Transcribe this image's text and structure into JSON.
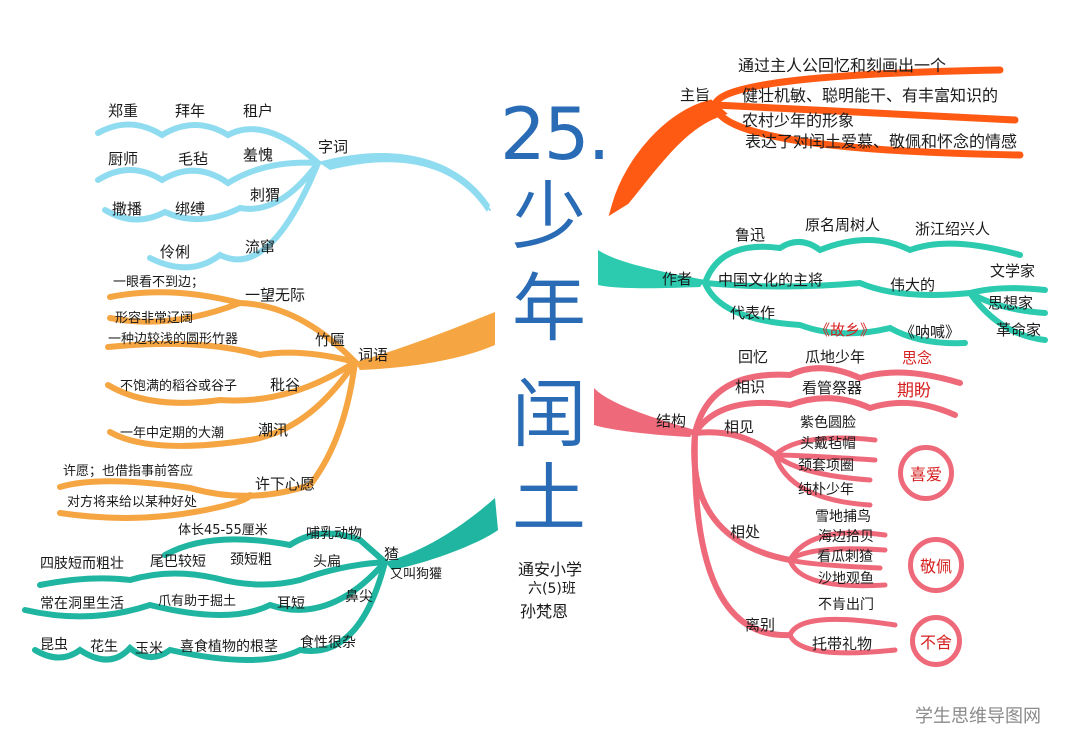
{
  "title": {
    "number": "25.",
    "chars": [
      "少",
      "年",
      "闰",
      "土"
    ]
  },
  "signature": {
    "school": "通安小学",
    "class": "六(5)班",
    "name": "孙梵恩"
  },
  "watermark": "学生思维导图网",
  "colors": {
    "title": "#2a6bb5",
    "zici": "#8fdcf0",
    "ciyu": "#f5a542",
    "cha": "#1fb5a0",
    "zhuzhi": "#ff5a14",
    "zuozhe": "#2ccbb0",
    "jiegou": "#ee6a7a",
    "highlight": "#d62020"
  },
  "branches": {
    "zici": {
      "label": "字词",
      "rows": [
        [
          "郑重",
          "拜年",
          "租户"
        ],
        [
          "厨师",
          "毛毡",
          "羞愧"
        ],
        [
          "撒播",
          "绑缚",
          "刺猬"
        ],
        [
          "伶俐",
          "流窜"
        ]
      ]
    },
    "ciyu": {
      "label": "词语",
      "items": [
        {
          "word": "一望无际",
          "defs": [
            "一眼看不到边；",
            "形容非常辽阔"
          ]
        },
        {
          "word": "竹匾",
          "defs": [
            "一种边较浅的圆形竹器"
          ]
        },
        {
          "word": "秕谷",
          "defs": [
            "不饱满的稻谷或谷子"
          ]
        },
        {
          "word": "潮汛",
          "defs": [
            "一年中定期的大潮"
          ]
        },
        {
          "word": "许下心愿",
          "defs": [
            "许愿；也借指事前答应",
            "对方将来给以某种好处"
          ]
        }
      ]
    },
    "cha": {
      "label": "猹",
      "alias": "又叫狗獾",
      "rows": [
        [
          "体长45-55厘米",
          "哺乳动物"
        ],
        [
          "四肢短而粗壮",
          "尾巴较短",
          "颈短粗",
          "头扁"
        ],
        [
          "常在洞里生活",
          "爪有助于掘土",
          "耳短",
          "鼻尖"
        ],
        [
          "昆虫",
          "花生",
          "玉米",
          "喜食植物的根茎",
          "食性很杂"
        ]
      ]
    },
    "zhuzhi": {
      "label": "主旨",
      "lines": [
        "通过主人公回忆和刻画出一个",
        "健壮机敏、聪明能干、有丰富知识的",
        "农村少年的形象",
        "表达了对闰土爱慕、敬佩和怀念的情感"
      ]
    },
    "zuozhe": {
      "label": "作者",
      "row1": [
        "鲁迅",
        "原名周树人",
        "浙江绍兴人"
      ],
      "row2": [
        "中国文化的主将",
        "伟大的"
      ],
      "titles": [
        "文学家",
        "思想家",
        "革命家"
      ],
      "works_label": "代表作",
      "works": [
        "《故乡》",
        "《呐喊》"
      ]
    },
    "jiegou": {
      "label": "结构",
      "sections": [
        {
          "label": "回忆",
          "items": [
            "瓜地少年"
          ],
          "emotion": "思念"
        },
        {
          "label": "相识",
          "items": [
            "看管祭器"
          ],
          "emotion": "期盼"
        },
        {
          "label": "相见",
          "items": [
            "紫色圆脸",
            "头戴毡帽",
            "颈套项圈",
            "纯朴少年"
          ],
          "emotion": "喜爱"
        },
        {
          "label": "相处",
          "items": [
            "雪地捕鸟",
            "海边拾贝",
            "看瓜刺猹",
            "沙地观鱼"
          ],
          "emotion": "敬佩"
        },
        {
          "label": "离别",
          "items": [
            "不肯出门",
            "托带礼物"
          ],
          "emotion": "不舍"
        }
      ]
    }
  }
}
